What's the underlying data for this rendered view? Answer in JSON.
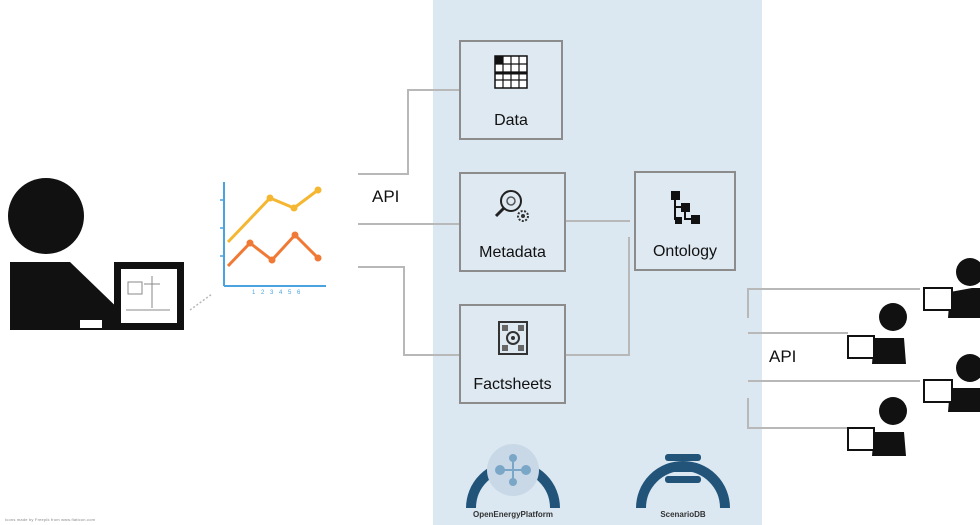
{
  "nodes": {
    "data": {
      "label": "Data"
    },
    "metadata": {
      "label": "Metadata"
    },
    "factsheets": {
      "label": "Factsheets"
    },
    "ontology": {
      "label": "Ontology"
    }
  },
  "api_labels": {
    "left": "API",
    "right": "API"
  },
  "logos": {
    "left": {
      "caption": "OpenEnergyPlatform"
    },
    "right": {
      "caption": "ScenarioDB"
    }
  },
  "chart_ticks": "1 2 3 4 5 6",
  "footer_note": "Icons made by Freepik from www.flaticon.com",
  "colors": {
    "panel": "#dbe8f2",
    "line_orange": "#f07a35",
    "line_yellow": "#f5b731",
    "axis_blue": "#4aa3df",
    "logo_blue": "#22547a",
    "connector": "#b8b8b8"
  }
}
